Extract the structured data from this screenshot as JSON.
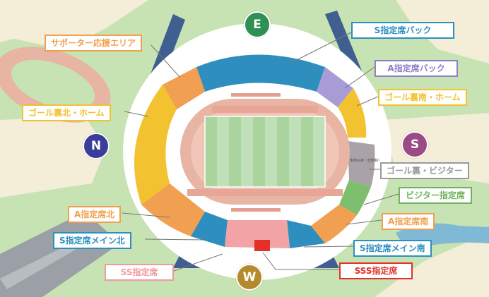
{
  "colors": {
    "park": "#c7e2b3",
    "path": "#f4edd8",
    "road": "#9aa0a6",
    "water": "#7fb9d6",
    "roof": "#3e5f8f",
    "concourse": "#ffffff",
    "track": "#e8b4a3",
    "field_light": "#bfe0b8",
    "field_dark": "#a9d49d",
    "s_back": "#2e8fbf",
    "a_back": "#a89bd6",
    "goal_north": "#f2c230",
    "goal_south": "#f2c230",
    "supporter": "#f0a050",
    "goal_visitor": "#a9a3a8",
    "visitor": "#7dbf6e",
    "a_main": "#f0a050",
    "s_main": "#2e8fbf",
    "ss": "#f2a3a6",
    "sss": "#e5302a"
  },
  "compass": [
    {
      "letter": "E",
      "color": "#2f8f55"
    },
    {
      "letter": "N",
      "color": "#3b3d9a"
    },
    {
      "letter": "S",
      "color": "#9c4a86"
    },
    {
      "letter": "W",
      "color": "#b58a2c"
    }
  ],
  "labels": [
    {
      "key": "supporter",
      "text": "サポーター応援エリア",
      "color": "#f0a050"
    },
    {
      "key": "s_back",
      "text": "S指定席バック",
      "color": "#2e8fbf"
    },
    {
      "key": "a_back",
      "text": "A指定席バック",
      "color": "#8e7fc7"
    },
    {
      "key": "goal_south",
      "text": "ゴール裏南・ホーム",
      "color": "#f2c230"
    },
    {
      "key": "goal_north",
      "text": "ゴール裏北・ホーム",
      "color": "#f2c230"
    },
    {
      "key": "goal_visitor",
      "text": "ゴール裏・ビジター",
      "color": "#9a9a9a"
    },
    {
      "key": "visitor",
      "text": "ビジター指定席",
      "color": "#6fb35e"
    },
    {
      "key": "a_north",
      "text": "A指定席北",
      "color": "#f0a050"
    },
    {
      "key": "a_south",
      "text": "A指定席南",
      "color": "#f0a050"
    },
    {
      "key": "s_main_north",
      "text": "S指定席メイン北",
      "color": "#2e8fbf"
    },
    {
      "key": "s_main_south",
      "text": "S指定席メイン南",
      "color": "#2e8fbf"
    },
    {
      "key": "ss",
      "text": "SS指定席",
      "color": "#f09aa0"
    },
    {
      "key": "sss",
      "text": "SSS指定席",
      "color": "#e5302a"
    }
  ],
  "small_note": "車椅子席（変動制）"
}
